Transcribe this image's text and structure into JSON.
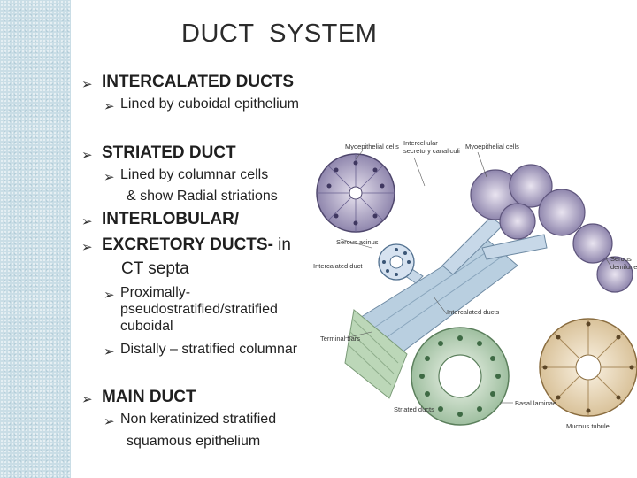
{
  "title": "DUCT  SYSTEM",
  "bullet_symbol": "➢",
  "items": [
    {
      "text": "INTERCALATED DUCTS",
      "sub": [
        "Lined by cuboidal epithelium"
      ]
    },
    {
      "text": "STRIATED DUCT",
      "sub": [
        "Lined by columnar cells",
        "& show  Radial striations"
      ]
    },
    {
      "text": "INTERLOBULAR/",
      "cont": "EXCRETORY DUCTS-",
      "cont_tail": " in",
      "cont2": "CT septa",
      "sub": [
        "Proximally-",
        "pseudostratified/stratified",
        "cuboidal",
        "Distally – stratified columnar"
      ]
    },
    {
      "text": "MAIN DUCT",
      "sub": [
        "Non keratinized stratified",
        "squamous epithelium"
      ]
    }
  ],
  "figure_labels": {
    "myoepithelial_left": "Myoepithelial cells",
    "intercellular_1": "Intercellular",
    "intercellular_2": "secretory canaliculi",
    "myoepithelial_right": "Myoepithelial cells",
    "serous_acinus": "Serous acinus",
    "intercalated_duct_left": "Intercalated duct",
    "serous_demilune_1": "Serous",
    "serous_demilune_2": "demilune",
    "intercalated_ducts": "Intercalated ducts",
    "terminal_bars": "Terminal bars",
    "striated_ducts": "Striated ducts",
    "basal_laminae": "Basal laminae",
    "mucous_tubule": "Mucous tubule"
  }
}
